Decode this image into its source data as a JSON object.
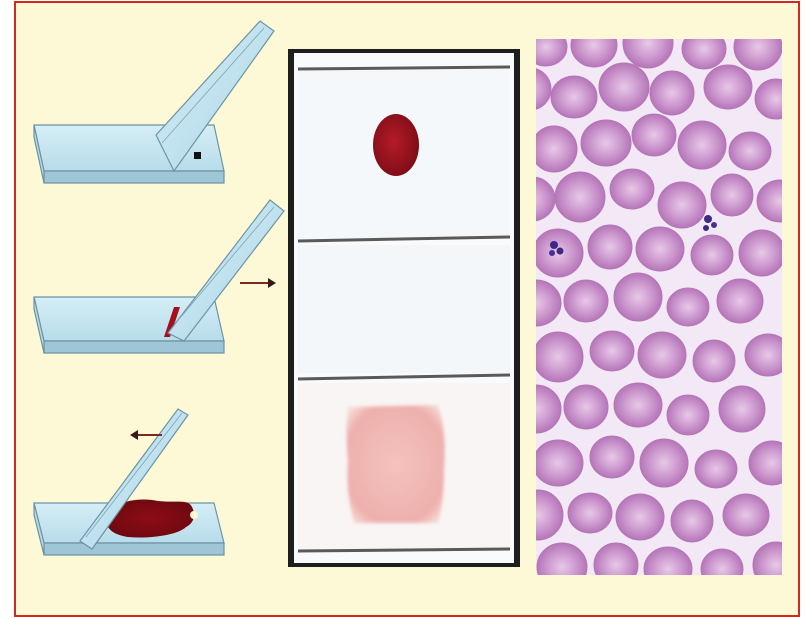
{
  "figure": {
    "frame_color": "#d42a1e",
    "background_color": "#fdf9d6",
    "panels": [
      {
        "role": "smear-technique-steps",
        "steps": [
          {
            "index": 1,
            "action": "place-drop",
            "arrow": "none"
          },
          {
            "index": 2,
            "action": "spreader-backward",
            "arrow": "right"
          },
          {
            "index": 3,
            "action": "spreader-forward-smear",
            "arrow": "left"
          }
        ]
      },
      {
        "role": "slide-photos",
        "slides": [
          {
            "index": 1,
            "state": "blood-drop",
            "color": "#9a1420"
          },
          {
            "index": 2,
            "state": "empty"
          },
          {
            "index": 3,
            "state": "finished-smear",
            "color": "#eeb0ad"
          }
        ]
      },
      {
        "role": "micrograph",
        "cell_color": "#c07ec0",
        "background_color": "#f3e8f5"
      }
    ]
  }
}
